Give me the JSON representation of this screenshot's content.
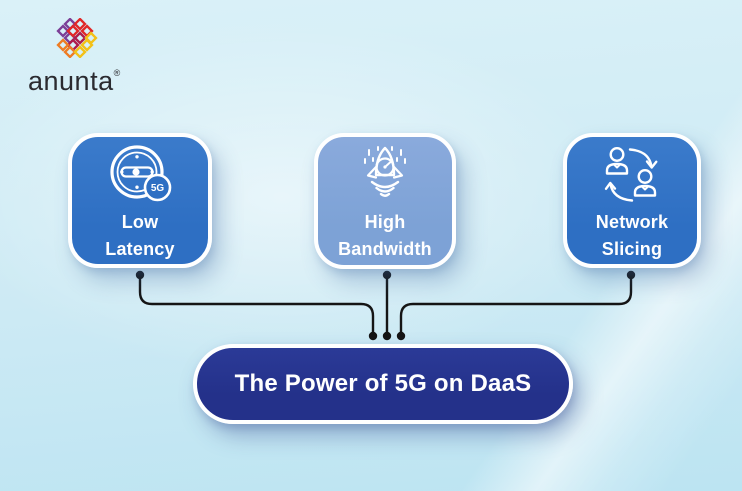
{
  "logo": {
    "name": "anunta",
    "registered": "®",
    "icon": "anunta-knot-icon",
    "icon_colors": [
      "#7b3f97",
      "#e02728",
      "#b01d4c",
      "#ee7c23",
      "#f3c117"
    ]
  },
  "diagram": {
    "boxes": [
      {
        "id": "low-latency",
        "line1": "Low",
        "line2": "Latency",
        "icon": "speedometer-5g-icon",
        "fill": "#2e6fc3"
      },
      {
        "id": "high-bandwidth",
        "line1": "High",
        "line2": "Bandwidth",
        "icon": "rocket-gauge-icon",
        "fill": "#7da2d6"
      },
      {
        "id": "network-slicing",
        "line1": "Network",
        "line2": "Slicing",
        "icon": "people-cycle-icon",
        "fill": "#2e6fc3"
      }
    ],
    "badge_5g": "5G",
    "center_label": "The Power of 5G on DaaS"
  },
  "colors": {
    "bg-top": "#daf1f8",
    "bg-mid": "#cdeaf4",
    "bg-bottom": "#bce4f2",
    "node-blue": "#2e6fc3",
    "node-light-blue": "#7da2d6",
    "pill-navy": "#24318a",
    "connector": "#151515",
    "logo-text": "#2b2b30"
  }
}
